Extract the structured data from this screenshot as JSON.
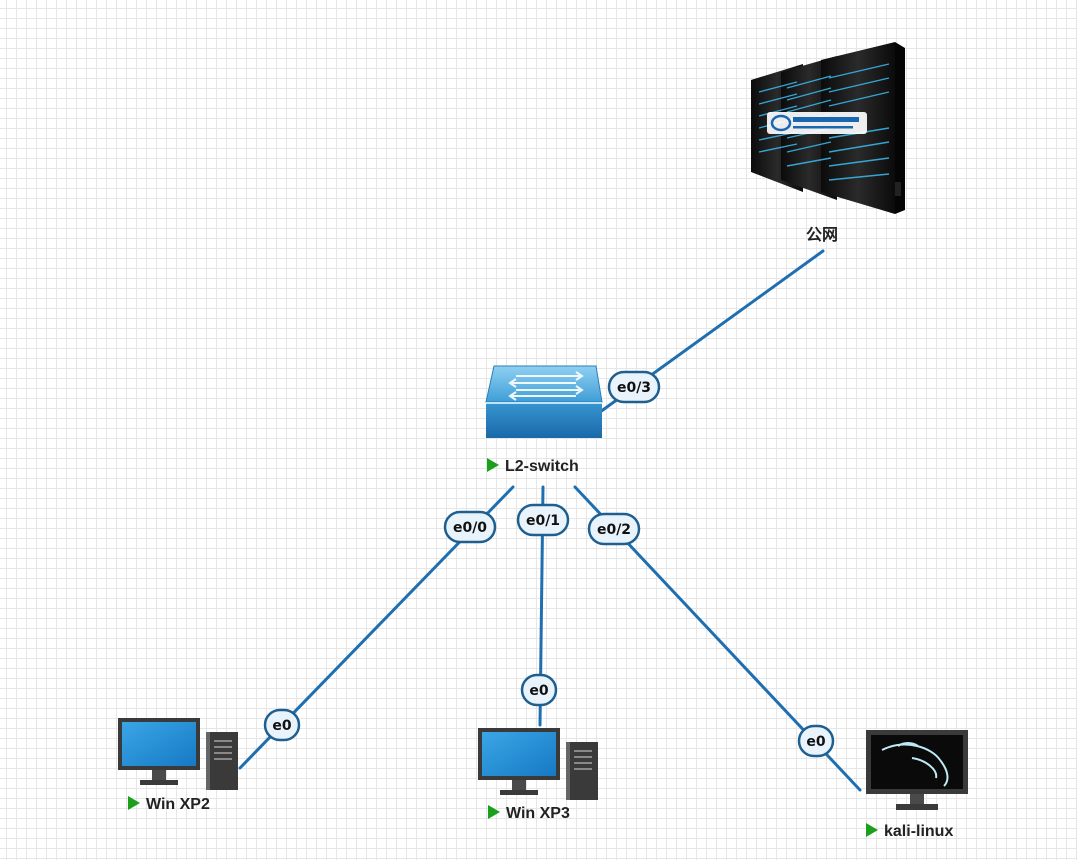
{
  "nodes": {
    "cloud": {
      "label": "公网"
    },
    "switch": {
      "label": "L2-switch",
      "status": "running"
    },
    "winxp2": {
      "label": "Win XP2",
      "status": "running"
    },
    "winxp3": {
      "label": "Win XP3",
      "status": "running"
    },
    "kali": {
      "label": "kali-linux",
      "status": "running"
    }
  },
  "ports": {
    "switch_e03": "e0/3",
    "switch_e00": "e0/0",
    "switch_e01": "e0/1",
    "switch_e02": "e0/2",
    "winxp2_e0": "e0",
    "winxp3_e0": "e0",
    "kali_e0": "e0"
  },
  "links": [
    {
      "from": "switch",
      "from_port": "e0/3",
      "to": "cloud",
      "to_port": ""
    },
    {
      "from": "switch",
      "from_port": "e0/0",
      "to": "winxp2",
      "to_port": "e0"
    },
    {
      "from": "switch",
      "from_port": "e0/1",
      "to": "winxp3",
      "to_port": "e0"
    },
    {
      "from": "switch",
      "from_port": "e0/2",
      "to": "kali",
      "to_port": "e0"
    }
  ],
  "colors": {
    "link": "#1f6fb0",
    "running_indicator": "#1aa01a",
    "port_badge_fill": "#e8f3fb",
    "port_badge_stroke": "#1f5f8f"
  },
  "icons": {
    "cloud": "server-rack-icon",
    "switch": "network-switch-icon",
    "winxp2": "desktop-pc-icon",
    "winxp3": "desktop-pc-icon",
    "kali": "kali-monitor-icon"
  }
}
